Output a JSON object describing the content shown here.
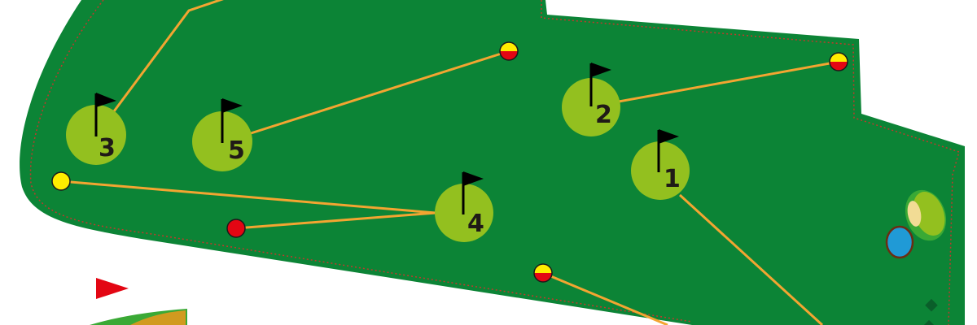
{
  "map": {
    "colors": {
      "rough": "#0c8436",
      "green": "#93c01f",
      "fairway_line": "#f3a531",
      "boundary": "#c0392b",
      "water": "#209ad6",
      "sand": "#f2dc95",
      "tee_yellow": "#ffed00",
      "tee_red": "#e30613",
      "flag": "#000000"
    },
    "holes": [
      {
        "number": "1"
      },
      {
        "number": "2"
      },
      {
        "number": "3"
      },
      {
        "number": "4"
      },
      {
        "number": "5"
      }
    ],
    "icons": [
      "flag-icon",
      "tee-marker-icon",
      "pond-icon",
      "bunker-icon",
      "direction-arrow-icon"
    ]
  }
}
